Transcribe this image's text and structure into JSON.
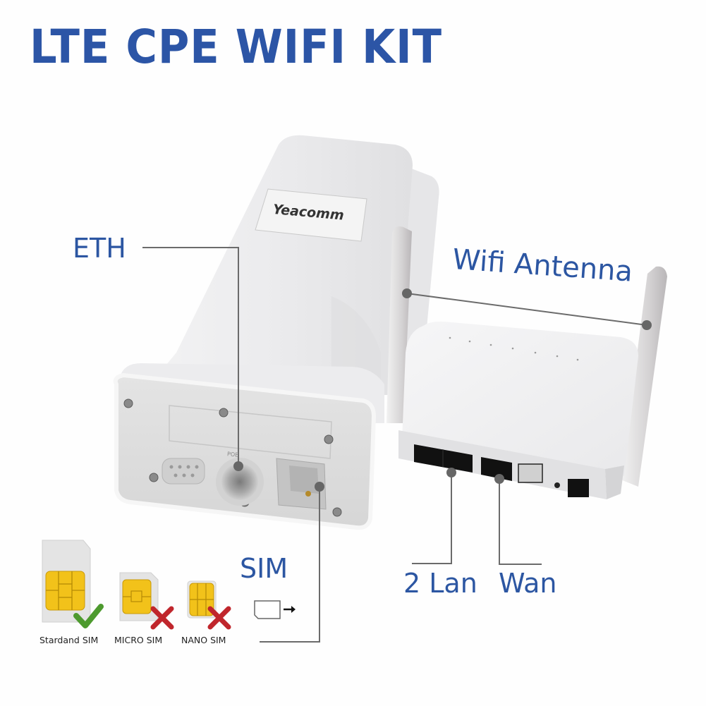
{
  "title": "LTE CPE WIFI KIT",
  "device": {
    "brand_label": "Yeacomm",
    "port_marking": "POE"
  },
  "callouts": {
    "eth": "ETH",
    "wifi_antenna": "Wifi Antenna",
    "sim": "SIM",
    "lan": "2 Lan",
    "wan": "Wan"
  },
  "sim_types": [
    {
      "label": "Stardand SIM",
      "supported": true,
      "status_icon": "check-icon"
    },
    {
      "label": "MICRO SIM",
      "supported": false,
      "status_icon": "cross-icon"
    },
    {
      "label": "NANO SIM",
      "supported": false,
      "status_icon": "cross-icon"
    }
  ],
  "colors": {
    "accent_blue": "#2c55a6",
    "callout_gray": "#6b6b6b",
    "chip_gold": "#f2c21a",
    "check_green": "#4d9a2e",
    "cross_red": "#c0262c"
  }
}
